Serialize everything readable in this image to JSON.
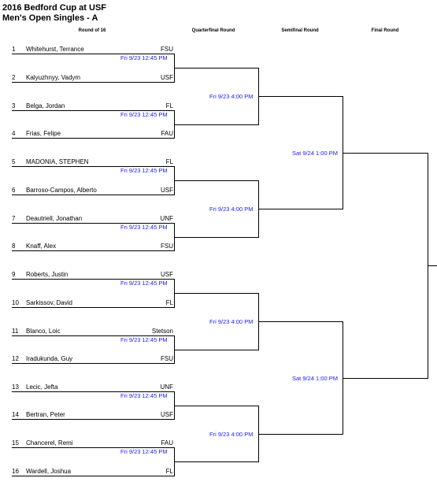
{
  "header": {
    "title": "2016 Bedford Cup at USF",
    "subtitle": "Men's Open Singles - A"
  },
  "columns": {
    "r16": "Round of 16",
    "qf": "Quarterfinal Round",
    "sf": "Semifinal Round",
    "final": "Final Round"
  },
  "players": [
    {
      "seed": "1",
      "name": "Whitehurst, Terrance",
      "school": "FSU"
    },
    {
      "seed": "2",
      "name": "Kalyuzhnyy, Vadym",
      "school": "USF"
    },
    {
      "seed": "3",
      "name": "Belga, Jordan",
      "school": "FL"
    },
    {
      "seed": "4",
      "name": "Frias, Felipe",
      "school": "FAU"
    },
    {
      "seed": "5",
      "name": "MADONIA, STEPHEN",
      "school": "FL"
    },
    {
      "seed": "6",
      "name": "Barroso-Campos, Alberto",
      "school": "USF"
    },
    {
      "seed": "7",
      "name": "Deautriell, Jonathan",
      "school": "UNF"
    },
    {
      "seed": "8",
      "name": "Knaff, Alex",
      "school": "FSU"
    },
    {
      "seed": "9",
      "name": "Roberts, Justin",
      "school": "USF"
    },
    {
      "seed": "10",
      "name": "Sarkissov, David",
      "school": "FL"
    },
    {
      "seed": "11",
      "name": "Blanco, Loic",
      "school": "Stetson"
    },
    {
      "seed": "12",
      "name": "Iradukunda, Guy",
      "school": "FSU"
    },
    {
      "seed": "13",
      "name": "Lecic, Jefta",
      "school": "UNF"
    },
    {
      "seed": "14",
      "name": "Bertran, Peter",
      "school": "USF"
    },
    {
      "seed": "15",
      "name": "Chancerel, Remi",
      "school": "FAU"
    },
    {
      "seed": "16",
      "name": "Wardell, Joshua",
      "school": "FL"
    }
  ],
  "r16_times": [
    "Fri 9/23 12:45 PM",
    "Fri 9/23 12:45 PM",
    "Fri 9/23 12:45 PM",
    "Fri 9/23 12:45 PM",
    "Fri 9/23 12:45 PM",
    "Fri 9/23 12:45 PM",
    "Fri 9/23 12:45 PM",
    "Fri 9/23 12:45 PM"
  ],
  "qf_times": [
    "Fri 9/23 4:00 PM",
    "Fri 9/23 4:00 PM",
    "Fri 9/23 4:00 PM",
    "Fri 9/23 4:00 PM"
  ],
  "sf_times": [
    "Sat 9/24 1:00 PM",
    "Sat 9/24 1:00 PM"
  ]
}
